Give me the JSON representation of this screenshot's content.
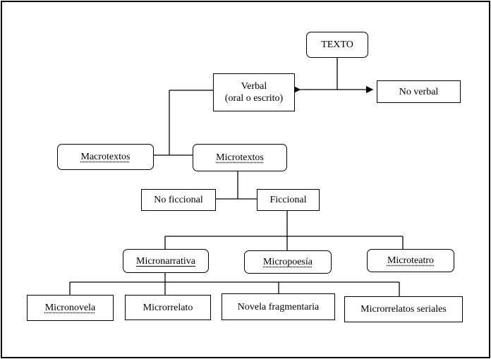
{
  "diagram": {
    "nodes": {
      "texto": "TEXTO",
      "verbal_line1": "Verbal",
      "verbal_line2": "(oral o escrito)",
      "no_verbal": "No verbal",
      "macrotextos": "Macrotextos",
      "microtextos": "Microtextos",
      "no_ficcional": "No ficcional",
      "ficcional": "Ficcional",
      "micronarrativa": "Micronarrativa",
      "micropoesia": "Micropoesía",
      "microteatro": "Microteatro",
      "micronovela": "Micronovela",
      "microrrelato": "Microrrelato",
      "novela_fragmentaria": "Novela fragmentaria",
      "microrrelatos_seriales": "Microrrelatos seriales"
    },
    "colors": {
      "stroke": "#000000",
      "background": "#ffffff"
    }
  }
}
